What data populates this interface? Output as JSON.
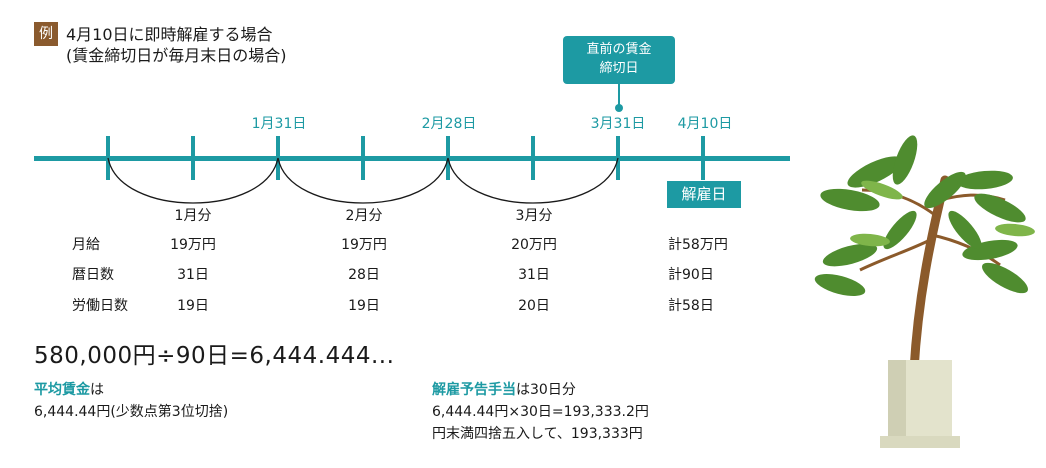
{
  "example_badge": "例",
  "title": {
    "line1": "4月10日に即時解雇する場合",
    "line2": "(賃金締切日が毎月末日の場合)"
  },
  "callout": {
    "line1": "直前の賃金",
    "line2": "締切日"
  },
  "timeline_dates": [
    "1月31日",
    "2月28日",
    "3月31日",
    "4月10日"
  ],
  "dismissal_label": "解雇日",
  "periods": [
    "1月分",
    "2月分",
    "3月分"
  ],
  "table": {
    "rows": [
      {
        "label": "月給",
        "values": [
          "19万円",
          "19万円",
          "20万円"
        ],
        "total": "計58万円"
      },
      {
        "label": "暦日数",
        "values": [
          "31日",
          "28日",
          "31日"
        ],
        "total": "計90日"
      },
      {
        "label": "労働日数",
        "values": [
          "19日",
          "19日",
          "20日"
        ],
        "total": "計58日"
      }
    ]
  },
  "equation": "580,000円÷90日=6,444.444...",
  "average_wage": {
    "heading": "平均賃金",
    "heading_suffix": "は",
    "value": "6,444.44円(少数点第3位切捨)"
  },
  "notice_allowance": {
    "heading": "解雇予告手当",
    "heading_suffix": "は30日分",
    "line2": "6,444.44円×30日=193,333.2円",
    "line3": "円末満四捨五入して、193,333円"
  },
  "colors": {
    "teal": "#1d9aa3",
    "badge_brown": "#8a5a2e",
    "text": "#1a1a1a"
  }
}
